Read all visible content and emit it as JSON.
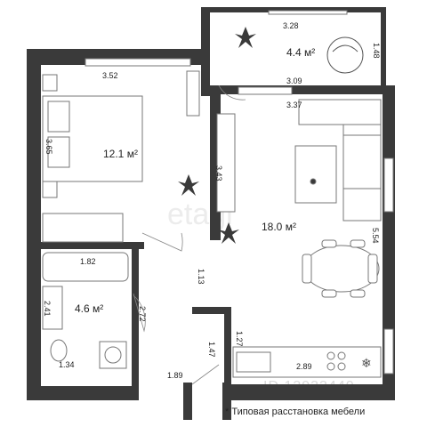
{
  "rooms": {
    "balcony": {
      "area": "4.4 м²",
      "dim_top": "3.28",
      "dim_bottom": "3.09",
      "dim_right": "1.48"
    },
    "bedroom": {
      "area": "12.1 м²",
      "dim_top": "3.52",
      "dim_left": "3.65"
    },
    "living": {
      "area": "18.0 м²",
      "dim_top": "3.37",
      "dim_left": "3.43",
      "dim_right": "5.54",
      "dim_corridor": "1.13"
    },
    "bathroom": {
      "area": "4.6 м²",
      "dim_top": "1.82",
      "dim_left": "2.41",
      "dim_right": "2.72",
      "dim_bottom": "1.34"
    },
    "hall": {
      "dim_bottom": "1.89",
      "dim_wall": "1.47"
    },
    "kitchen": {
      "dim_left": "1.27",
      "dim_bottom": "2.89"
    }
  },
  "watermark": {
    "logo": "etagi",
    "id": "ID 13933440"
  },
  "footnote": "* Типовая расстановка мебели",
  "colors": {
    "wall": "#3a3a3a",
    "line": "#555555",
    "background": "#ffffff"
  }
}
